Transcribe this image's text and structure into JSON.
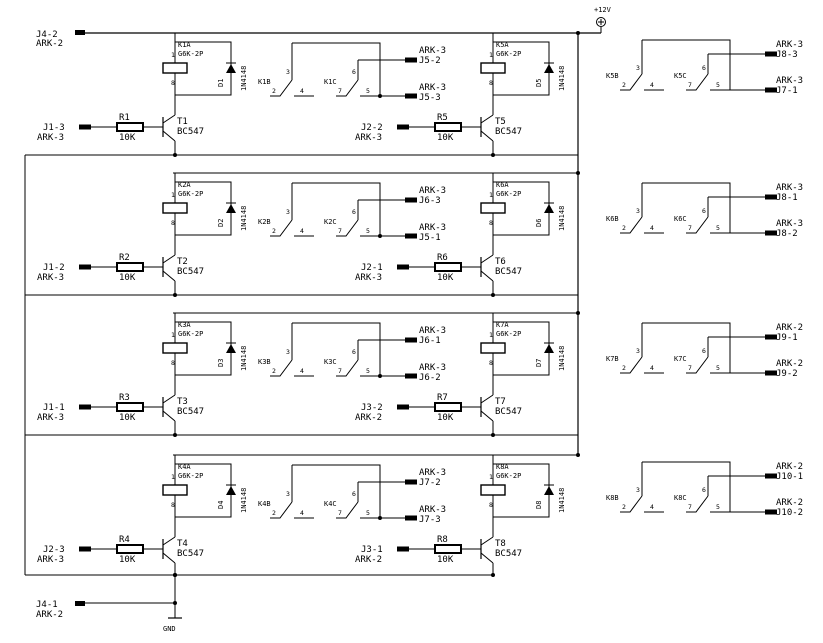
{
  "supply": {
    "label": "+12V",
    "gnd_label": "GND"
  },
  "inputs": [
    {
      "net": "J4-2",
      "conn": "ARK-2"
    },
    {
      "net": "J4-1",
      "conn": "ARK-2"
    }
  ],
  "channels": [
    {
      "left": {
        "in_net": "J1-3",
        "in_conn": "ARK-3",
        "res": "R1",
        "res_val": "10K",
        "tr": "T1",
        "tr_type": "BC547",
        "coil": "K1A",
        "coil_type": "G6K-2P",
        "diode": "D1",
        "diode_type": "1N4148"
      },
      "right": {
        "in_net": "J2-2",
        "in_conn": "ARK-3",
        "res": "R5",
        "res_val": "10K",
        "tr": "T5",
        "tr_type": "BC547",
        "coil": "K5A",
        "coil_type": "G6K-2P",
        "diode": "D5",
        "diode_type": "1N4148"
      },
      "contacts": [
        {
          "ref": "K1B",
          "pins": [
            "3",
            "2",
            "4"
          ]
        },
        {
          "ref": "K1C",
          "pins": [
            "6",
            "7",
            "5"
          ]
        }
      ],
      "outs": [
        {
          "conn": "ARK-3",
          "net": "J5-2"
        },
        {
          "conn": "ARK-3",
          "net": "J5-3"
        }
      ]
    },
    {
      "left": {
        "in_net": "J1-2",
        "in_conn": "ARK-3",
        "res": "R2",
        "res_val": "10K",
        "tr": "T2",
        "tr_type": "BC547",
        "coil": "K2A",
        "coil_type": "G6K-2P",
        "diode": "D2",
        "diode_type": "1N4148"
      },
      "right": {
        "in_net": "J2-1",
        "in_conn": "ARK-3",
        "res": "R6",
        "res_val": "10K",
        "tr": "T6",
        "tr_type": "BC547",
        "coil": "K6A",
        "coil_type": "G6K-2P",
        "diode": "D6",
        "diode_type": "1N4148"
      },
      "contacts": [
        {
          "ref": "K2B",
          "pins": [
            "3",
            "2",
            "4"
          ]
        },
        {
          "ref": "K2C",
          "pins": [
            "6",
            "7",
            "5"
          ]
        }
      ],
      "outs": [
        {
          "conn": "ARK-3",
          "net": "J6-3"
        },
        {
          "conn": "ARK-3",
          "net": "J5-1"
        }
      ]
    },
    {
      "left": {
        "in_net": "J1-1",
        "in_conn": "ARK-3",
        "res": "R3",
        "res_val": "10K",
        "tr": "T3",
        "tr_type": "BC547",
        "coil": "K3A",
        "coil_type": "G6K-2P",
        "diode": "D3",
        "diode_type": "1N4148"
      },
      "right": {
        "in_net": "J3-2",
        "in_conn": "ARK-2",
        "res": "R7",
        "res_val": "10K",
        "tr": "T7",
        "tr_type": "BC547",
        "coil": "K7A",
        "coil_type": "G6K-2P",
        "diode": "D7",
        "diode_type": "1N4148"
      },
      "contacts": [
        {
          "ref": "K3B",
          "pins": [
            "3",
            "2",
            "4"
          ]
        },
        {
          "ref": "K3C",
          "pins": [
            "6",
            "7",
            "5"
          ]
        }
      ],
      "outs": [
        {
          "conn": "ARK-3",
          "net": "J6-1"
        },
        {
          "conn": "ARK-3",
          "net": "J6-2"
        }
      ]
    },
    {
      "left": {
        "in_net": "J2-3",
        "in_conn": "ARK-3",
        "res": "R4",
        "res_val": "10K",
        "tr": "T4",
        "tr_type": "BC547",
        "coil": "K4A",
        "coil_type": "G6K-2P",
        "diode": "D4",
        "diode_type": "1N4148"
      },
      "right": {
        "in_net": "J3-1",
        "in_conn": "ARK-2",
        "res": "R8",
        "res_val": "10K",
        "tr": "T8",
        "tr_type": "BC547",
        "coil": "K8A",
        "coil_type": "G6K-2P",
        "diode": "D8",
        "diode_type": "1N4148"
      },
      "contacts": [
        {
          "ref": "K4B",
          "pins": [
            "3",
            "2",
            "4"
          ]
        },
        {
          "ref": "K4C",
          "pins": [
            "6",
            "7",
            "5"
          ]
        }
      ],
      "outs": [
        {
          "conn": "ARK-3",
          "net": "J7-2"
        },
        {
          "conn": "ARK-3",
          "net": "J7-3"
        }
      ]
    }
  ],
  "right_groups": [
    {
      "contacts": [
        {
          "ref": "K5B",
          "pins": [
            "3",
            "2",
            "4"
          ]
        },
        {
          "ref": "K5C",
          "pins": [
            "6",
            "7",
            "5"
          ]
        }
      ],
      "outs": [
        {
          "conn": "ARK-3",
          "net": "J8-3"
        },
        {
          "conn": "ARK-3",
          "net": "J7-1"
        }
      ]
    },
    {
      "contacts": [
        {
          "ref": "K6B",
          "pins": [
            "3",
            "2",
            "4"
          ]
        },
        {
          "ref": "K6C",
          "pins": [
            "6",
            "7",
            "5"
          ]
        }
      ],
      "outs": [
        {
          "conn": "ARK-3",
          "net": "J8-1"
        },
        {
          "conn": "ARK-3",
          "net": "J8-2"
        }
      ]
    },
    {
      "contacts": [
        {
          "ref": "K7B",
          "pins": [
            "3",
            "2",
            "4"
          ]
        },
        {
          "ref": "K7C",
          "pins": [
            "6",
            "7",
            "5"
          ]
        }
      ],
      "outs": [
        {
          "conn": "ARK-2",
          "net": "J9-1"
        },
        {
          "conn": "ARK-2",
          "net": "J9-2"
        }
      ]
    },
    {
      "contacts": [
        {
          "ref": "K8B",
          "pins": [
            "3",
            "2",
            "4"
          ]
        },
        {
          "ref": "K8C",
          "pins": [
            "6",
            "7",
            "5"
          ]
        }
      ],
      "outs": [
        {
          "conn": "ARK-2",
          "net": "J10-1"
        },
        {
          "conn": "ARK-2",
          "net": "J10-2"
        }
      ]
    }
  ]
}
